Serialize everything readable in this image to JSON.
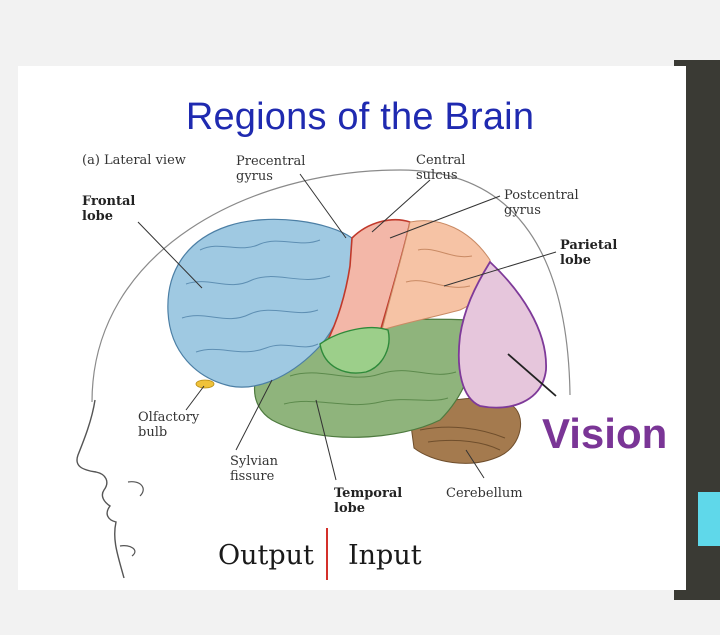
{
  "title": "Regions of the Brain",
  "panel_caption": "(a) Lateral view",
  "labels": {
    "frontal_lobe": [
      "Frontal",
      "lobe"
    ],
    "precentral_gyrus": [
      "Precentral",
      "gyrus"
    ],
    "central_sulcus": [
      "Central",
      "sulcus"
    ],
    "postcentral_gyrus": [
      "Postcentral",
      "gyrus"
    ],
    "parietal_lobe": [
      "Parietal",
      "lobe"
    ],
    "olfactory_bulb": [
      "Olfactory",
      "bulb"
    ],
    "sylvian_fissure": [
      "Sylvian",
      "fissure"
    ],
    "temporal_lobe": [
      "Temporal",
      "lobe"
    ],
    "cerebellum": "Cerebellum"
  },
  "annotation": "Vision",
  "footer": {
    "left": "Output",
    "right": "Input"
  },
  "colors": {
    "title": "#1f2ab0",
    "annotation": "#7a3596",
    "divider": "#d4302a",
    "frontal": "#9fc9e2",
    "motor": "#f3b7a8",
    "sensory": "#f6c3a5",
    "parietal": "#e6c6dc",
    "temporal": "#8fb47c",
    "cerebellum": "#a47a4e"
  }
}
